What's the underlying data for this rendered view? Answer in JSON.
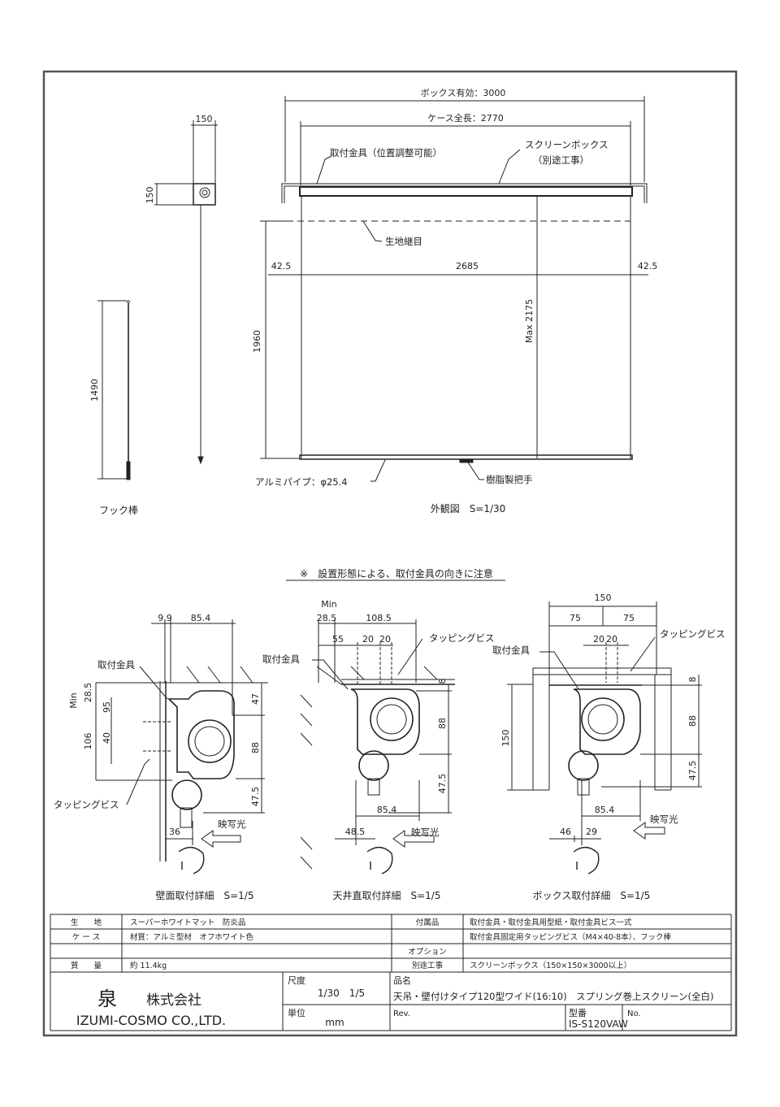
{
  "drawing": {
    "front_view": {
      "dim_box_effective": "ボックス有効：3000",
      "dim_case_length": "ケース全長：2770",
      "label_bracket": "取付金具（位置調整可能）",
      "label_screen_box_1": "スクリーンボックス",
      "label_screen_box_2": "（別途工事）",
      "label_fabric_seam": "生地継目",
      "dim_left_margin": "42.5",
      "dim_width": "2685",
      "dim_right_margin": "42.5",
      "dim_height": "1960",
      "dim_max_drop": "Max 2175",
      "label_pipe": "アルミパイプ：φ25.4",
      "label_handle": "樹脂製把手",
      "caption": "外観図　S=1/30"
    },
    "side_view": {
      "dim_width": "150",
      "dim_height": "150"
    },
    "hook_rod": {
      "dim_length": "1490",
      "caption": "フック棒"
    },
    "note": "※　設置形態による、取付金具の向きに注意",
    "details": [
      {
        "caption": "壁面取付詳細　S=1/5",
        "label_bracket": "取付金具",
        "label_screw": "タッピングビス",
        "label_projection": "映写光",
        "dims": {
          "top_a": "9.9",
          "top_b": "85.4",
          "min": "Min",
          "v28_5": "28.5",
          "v95": "95",
          "v40": "40",
          "v106": "106",
          "r47": "47",
          "r88": "88",
          "r47_5": "47.5",
          "bottom": "36"
        }
      },
      {
        "caption": "天井直取付詳細　S=1/5",
        "label_bracket": "取付金具",
        "label_screw": "タッピングビス",
        "label_projection": "映写光",
        "dims": {
          "min": "Min",
          "top_a": "28.5",
          "top_b": "108.5",
          "s55": "55",
          "s20a": "20",
          "s20b": "20",
          "r8": "8",
          "r88": "88",
          "r47_5": "47.5",
          "w85_4": "85.4",
          "bottom": "48.5"
        }
      },
      {
        "caption": "ボックス取付詳細　S=1/5",
        "label_bracket": "取付金具",
        "label_screw": "タッピングビス",
        "label_projection": "映写光",
        "dims": {
          "w150": "150",
          "w75a": "75",
          "w75b": "75",
          "s20a": "20",
          "s20b": "20",
          "r8": "8",
          "r88": "88",
          "r47_5": "47.5",
          "h150": "150",
          "w85_4": "85.4",
          "b46": "46",
          "b29": "29"
        }
      }
    ]
  },
  "spec_table": {
    "rows": [
      {
        "key": "生　　地",
        "value": "スーパーホワイトマット　防炎品",
        "key2": "付属品",
        "value2": "取付金具・取付金具用型紙・取付金具ビス一式"
      },
      {
        "key": "ケ ー ス",
        "value": "材質：アルミ型材　オフホワイト色",
        "key2": "",
        "value2": "取付金具固定用タッピングビス（M4×40-8本）、フック棒"
      },
      {
        "key": "",
        "value": "",
        "key2": "オプション",
        "value2": ""
      },
      {
        "key": "質　　量",
        "value": "約 11.4kg",
        "key2": "別途工事",
        "value2": "スクリーンボックス（150×150×3000以上）"
      }
    ]
  },
  "title_block": {
    "company_jp_mark": "泉",
    "company_jp_rest": "株式会社",
    "company_en": "IZUMI-COSMO CO.,LTD.",
    "scale_label": "尺度",
    "scale_value": "1/30　1/5",
    "unit_label": "単位",
    "unit_value": "mm",
    "name_label": "品名",
    "name_value": "天吊・壁付けタイプ120型ワイド(16:10)　スプリング巻上スクリーン(全白)",
    "rev_label": "Rev.",
    "model_label": "型番",
    "model_value": "IS-S120VAW",
    "no_label": "No."
  }
}
